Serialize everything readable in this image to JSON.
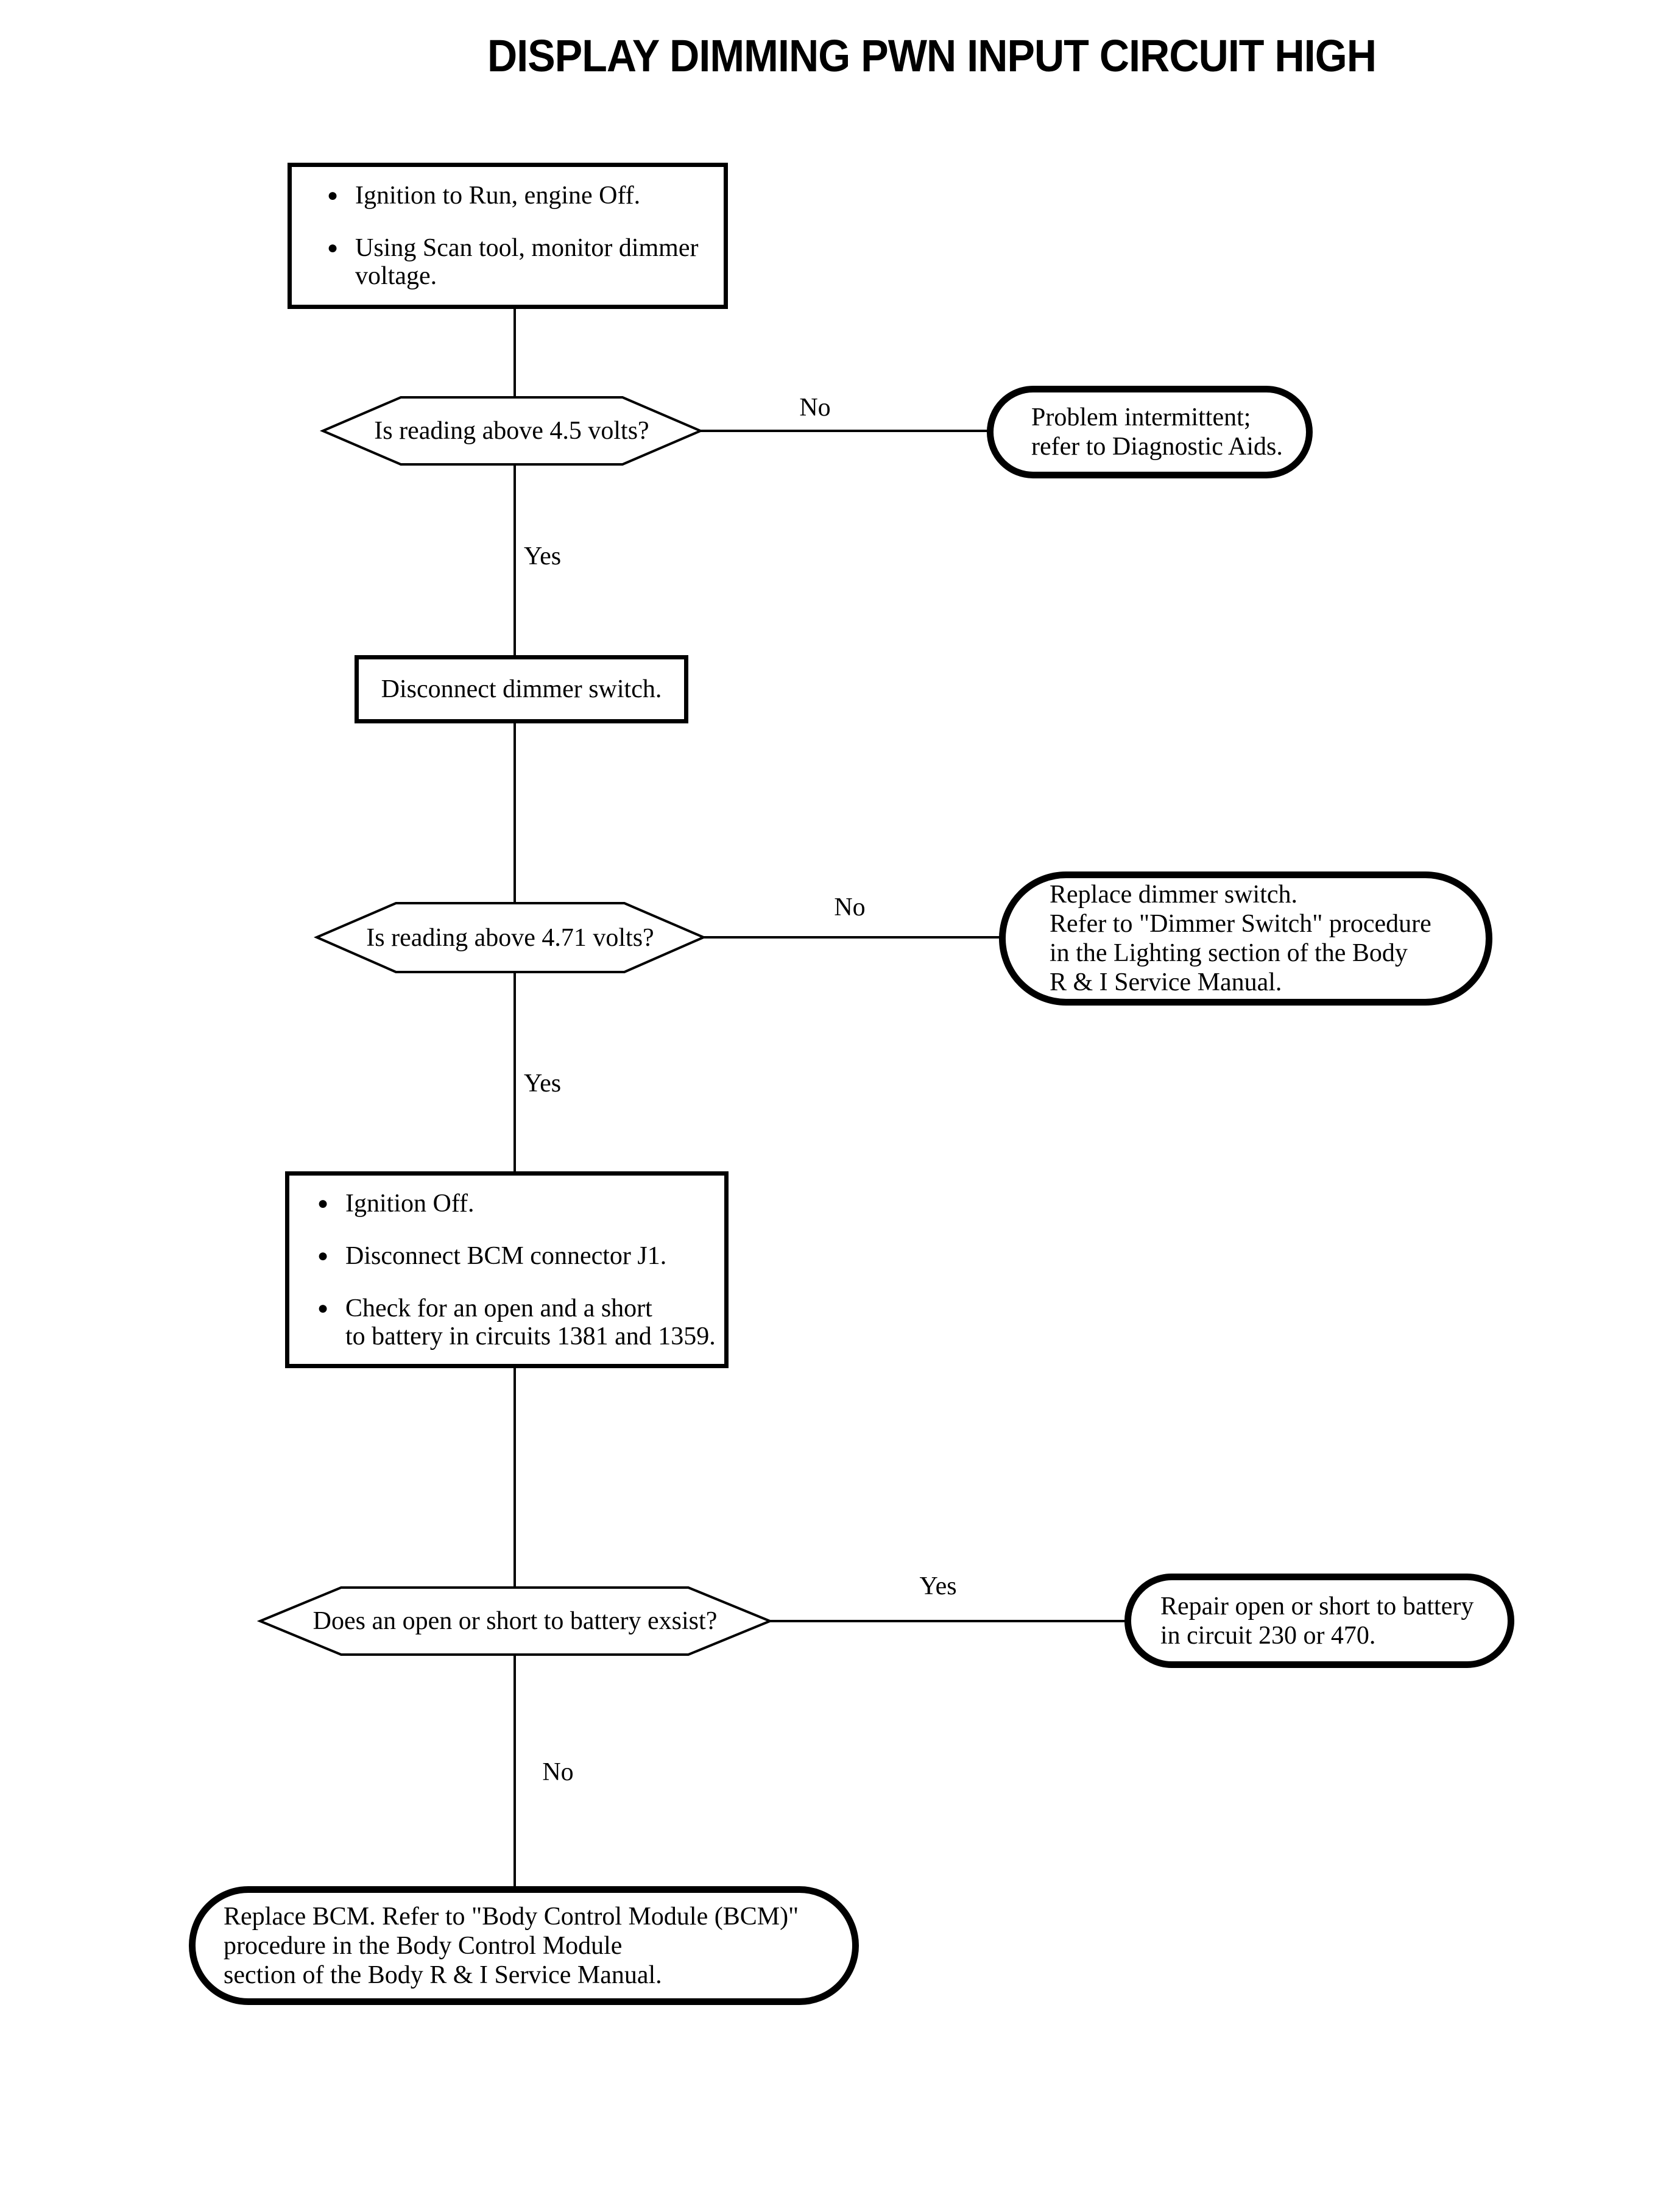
{
  "title": "DISPLAY DIMMING PWN INPUT CIRCUIT HIGH",
  "bullet_glyph": "●",
  "colors": {
    "ink": "#000000",
    "paper": "#ffffff"
  },
  "flowchart": {
    "process_1": {
      "items": [
        "Ignition to Run, engine Off.",
        "Using Scan tool, monitor dimmer\nvoltage."
      ]
    },
    "decision_1": {
      "question": "Is reading above 4.5 volts?",
      "no_label": "No",
      "yes_label": "Yes"
    },
    "terminal_1": {
      "text": "Problem intermittent;\nrefer to Diagnostic Aids."
    },
    "process_2": {
      "text": "Disconnect dimmer switch."
    },
    "decision_2": {
      "question": "Is reading above 4.71 volts?",
      "no_label": "No",
      "yes_label": "Yes"
    },
    "terminal_2": {
      "text": "Replace dimmer switch.\nRefer to \"Dimmer Switch\" procedure\nin the Lighting section of the Body\nR & I Service Manual."
    },
    "process_3": {
      "items": [
        "Ignition Off.",
        "Disconnect BCM connector J1.",
        "Check for an open and a short\nto battery in circuits 1381 and 1359."
      ]
    },
    "decision_3": {
      "question": "Does an open or short to battery exsist?",
      "yes_label": "Yes",
      "no_label": "No"
    },
    "terminal_3": {
      "text": "Repair open or short to battery\nin circuit 230 or 470."
    },
    "terminal_4": {
      "text": "Replace BCM. Refer to \"Body Control Module (BCM)\"\nprocedure in the Body Control Module\nsection of the Body R & I Service Manual."
    }
  }
}
